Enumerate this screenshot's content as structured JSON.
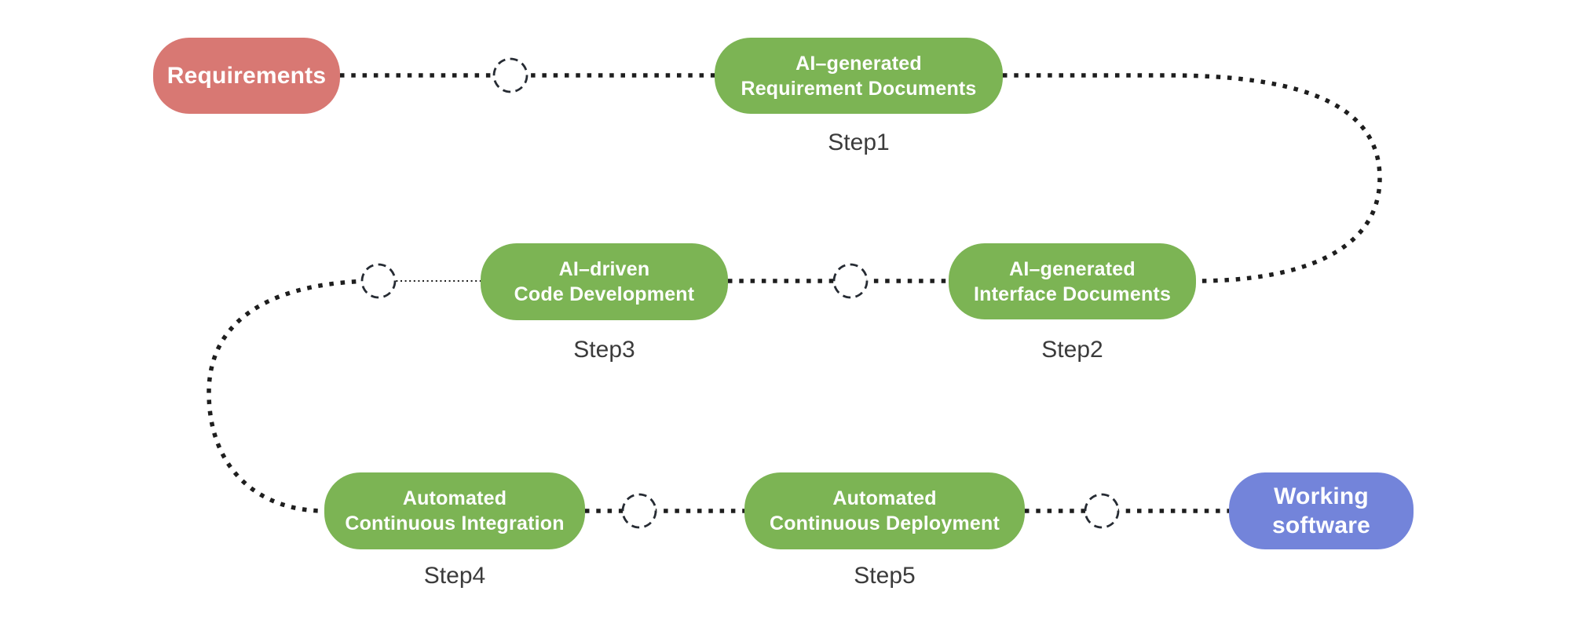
{
  "diagram": {
    "nodes": [
      {
        "id": "requirements",
        "label_lines": [
          "Requirements",
          ""
        ],
        "step": ""
      },
      {
        "id": "ai_requirement_docs",
        "label_lines": [
          "AI–generated",
          "Requirement Documents"
        ],
        "step": "Step1"
      },
      {
        "id": "ai_interface_docs",
        "label_lines": [
          "AI–generated",
          "Interface Documents"
        ],
        "step": "Step2"
      },
      {
        "id": "ai_code_development",
        "label_lines": [
          "AI–driven",
          "Code Development"
        ],
        "step": "Step3"
      },
      {
        "id": "auto_ci",
        "label_lines": [
          "Automated",
          "Continuous Integration"
        ],
        "step": "Step4"
      },
      {
        "id": "auto_cd",
        "label_lines": [
          "Automated",
          "Continuous Deployment"
        ],
        "step": "Step5"
      },
      {
        "id": "working_software",
        "label_lines": [
          "Working",
          "software"
        ],
        "step": ""
      }
    ],
    "flow_order": [
      "requirements",
      "ai_requirement_docs",
      "ai_interface_docs",
      "ai_code_development",
      "auto_ci",
      "auto_cd",
      "working_software"
    ],
    "colors": {
      "green": "#7cb454",
      "red": "#d87873",
      "blue": "#7384da",
      "node_text": "#ffffff",
      "step_text": "#3b3b3b",
      "connector": "#1e1e1e",
      "circle_stroke": "#262b33",
      "background": "#ffffff"
    }
  }
}
